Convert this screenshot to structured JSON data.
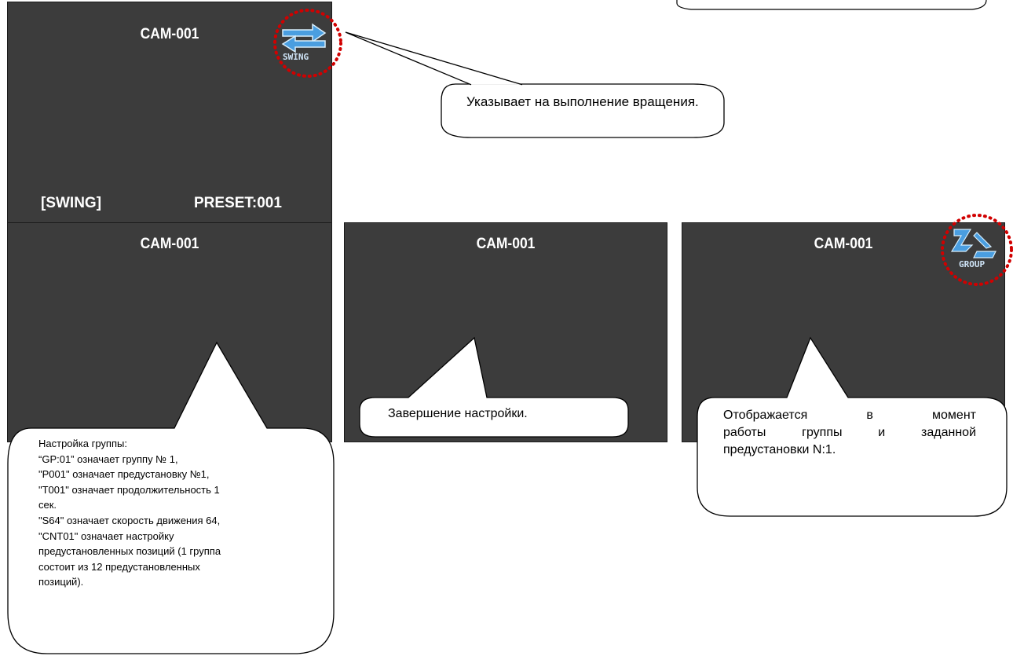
{
  "screens": {
    "swing": {
      "title": "CAM-001",
      "left_label": "[SWING]",
      "right_label": "PRESET:001"
    },
    "group_setup": {
      "title": "CAM-001"
    },
    "setup_done": {
      "title": "CAM-001"
    },
    "group_run": {
      "title": "CAM-001"
    }
  },
  "icons": {
    "swing": {
      "name": "swing-icon",
      "label": "SWING"
    },
    "group": {
      "name": "group-icon",
      "label": "GROUP"
    }
  },
  "callouts": {
    "swing": "Указывает на выполнение вращения.",
    "group_setup": [
      "Настройка группы:",
      "“GP:01” означает группу № 1,",
      "\"P001\" означает предустановку №1,",
      "\"T001\" означает продолжительность 1",
      "сек.",
      "\"S64\" означает скорость движения 64,",
      "\"CNT01\" означает настройку",
      "предустановленных позиций (1 группа",
      "состоит из 12 предустановленных",
      "позиций)."
    ],
    "setup_done": "Завершение настройки.",
    "group_run": [
      "Отображается в момент",
      "работы группы и заданной",
      "предустановки N:1."
    ]
  },
  "colors": {
    "screen_bg": "#3c3c3c",
    "highlight_ring": "#d10000",
    "icon_blue": "#4a9ee0"
  }
}
